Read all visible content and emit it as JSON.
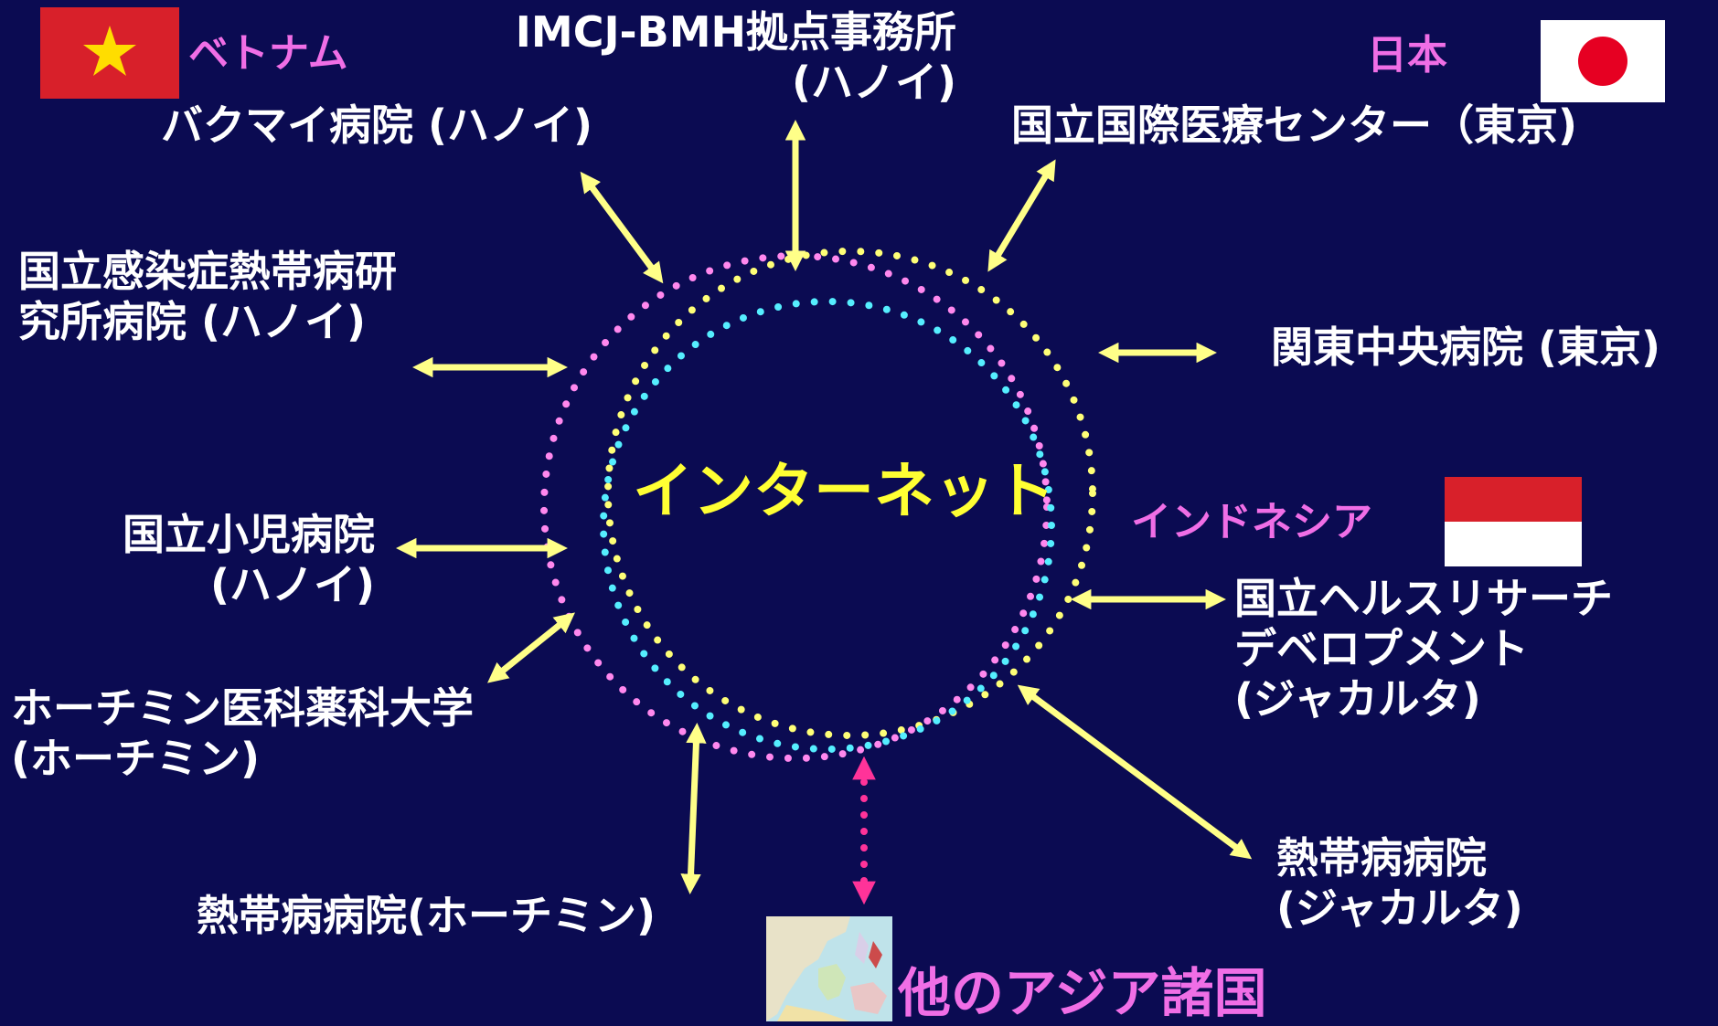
{
  "center": "インターネット",
  "countries": {
    "vietnam": "ベトナム",
    "japan": "日本",
    "indonesia": "インドネシア",
    "other_asia": "他のアジア諸国"
  },
  "nodes": {
    "bmh_office": "IMCJ-BMH拠点事務所\n(ハノイ)",
    "bach_mai": "バクマイ病院 (ハノイ)",
    "nihtd": "国立感染症熱帯病研\n究所病院 (ハノイ)",
    "nhp": "国立小児病院\n(ハノイ)",
    "hcmc_univ": "ホーチミン医科薬科大学\n(ホーチミン)",
    "hcmc_htd": "熱帯病病院(ホーチミン)",
    "imcj": "国立国際医療センター（東京)",
    "kanto": "関東中央病院 (東京)",
    "nihrd": "国立ヘルスリサーチ\nデベロプメント\n(ジャカルタ)",
    "jakarta_htd": "熱帯病病院\n(ジャカルタ)"
  },
  "colors": {
    "background": "#0b0b52",
    "arrow": "#ffff88",
    "dotted_link": "#ff3399",
    "ring_cyan": "#55eeff",
    "ring_pink": "#ff88ee",
    "ring_yellow": "#ffff77",
    "country_label": "#f06ee6",
    "center_label": "#ffff33"
  },
  "icons": {
    "vn_flag": "vietnam-flag-icon",
    "jp_flag": "japan-flag-icon",
    "id_flag": "indonesia-flag-icon",
    "map": "southeast-asia-map-icon"
  }
}
